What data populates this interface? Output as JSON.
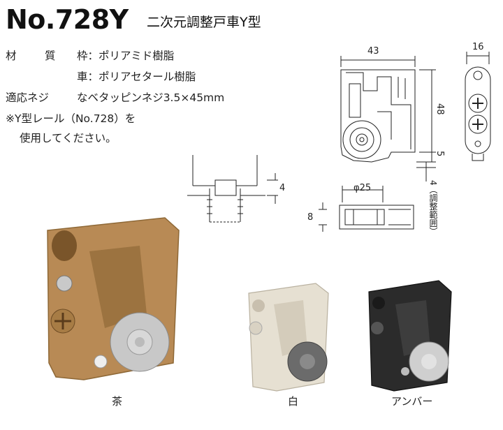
{
  "header": {
    "model": "No.728Y",
    "subtitle": "二次元調整戸車Y型"
  },
  "specs": {
    "material_label_1": "材",
    "material_label_2": "質",
    "frame": "枠：ポリアミド樹脂",
    "wheel": "車：ポリアセタール樹脂",
    "screw_label": "適応ネジ",
    "screw_value": "なベタッピンネジ3.5×45mm",
    "note_1": "※Y型レール（No.728）を",
    "note_2": "使用してください。"
  },
  "dimensions": {
    "width": "43",
    "height": "48",
    "gap": "5",
    "adjust": "4（調整範囲）",
    "depth": "16",
    "wheel_dia": "φ25",
    "wheel_thick": "8",
    "rail_gap": "4"
  },
  "colors": {
    "brown": "#b88a55",
    "white": "#e6e0d2",
    "amber": "#2b2b2b"
  },
  "variants": [
    {
      "label": "茶"
    },
    {
      "label": "白"
    },
    {
      "label": "アンバー"
    }
  ]
}
